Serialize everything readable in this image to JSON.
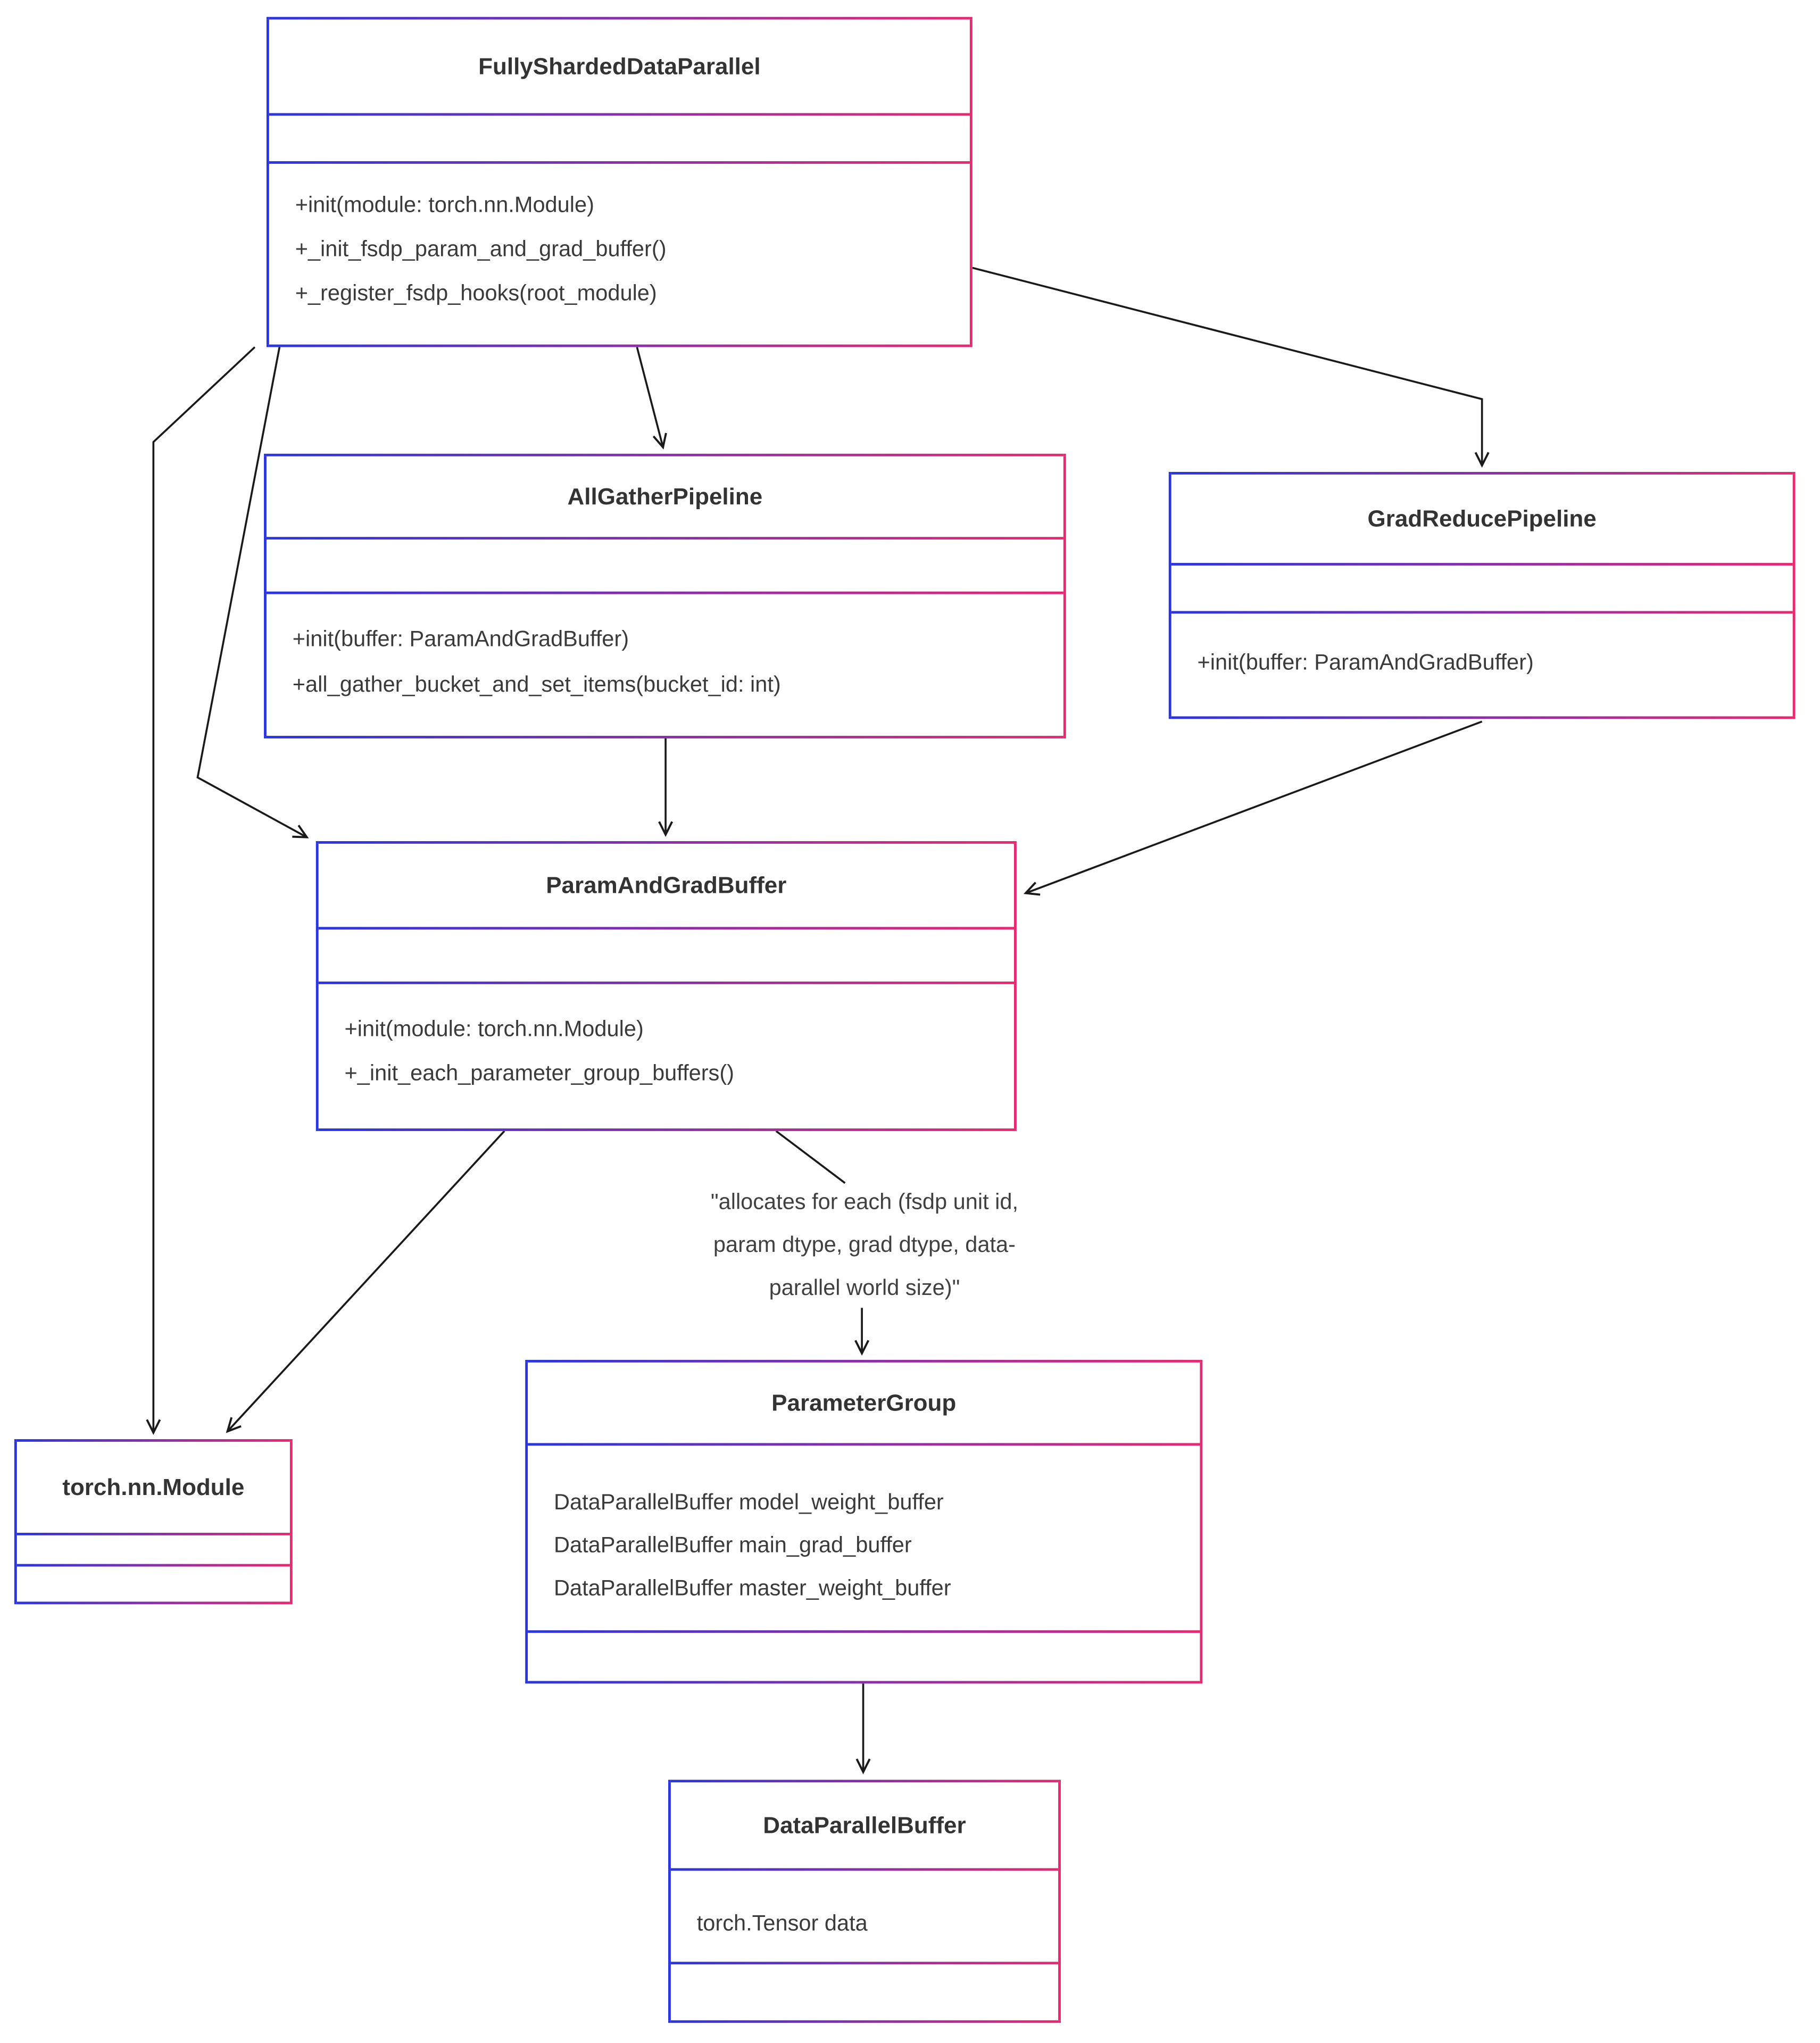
{
  "colors": {
    "border_blue": "#2b35df",
    "border_pink": "#e62a72",
    "arrow": "#1a1a1a",
    "text": "#333333"
  },
  "classes": [
    {
      "title": "FullyShardedDataParallel",
      "attributes": [],
      "methods": [
        "+init(module: torch.nn.Module)",
        "+_init_fsdp_param_and_grad_buffer()",
        "+_register_fsdp_hooks(root_module)"
      ]
    },
    {
      "title": "AllGatherPipeline",
      "attributes": [],
      "methods": [
        "+init(buffer: ParamAndGradBuffer)",
        "+all_gather_bucket_and_set_items(bucket_id: int)"
      ]
    },
    {
      "title": "GradReducePipeline",
      "attributes": [],
      "methods": [
        "+init(buffer: ParamAndGradBuffer)"
      ]
    },
    {
      "title": "ParamAndGradBuffer",
      "attributes": [],
      "methods": [
        "+init(module: torch.nn.Module)",
        "+_init_each_parameter_group_buffers()"
      ]
    },
    {
      "title": "torch.nn.Module",
      "attributes": [],
      "methods": []
    },
    {
      "title": "ParameterGroup",
      "attributes": [
        "DataParallelBuffer model_weight_buffer",
        "DataParallelBuffer main_grad_buffer",
        "DataParallelBuffer master_weight_buffer"
      ],
      "methods": []
    },
    {
      "title": "DataParallelBuffer",
      "attributes": [
        "torch.Tensor data"
      ],
      "methods": []
    }
  ],
  "annotation": {
    "lines": [
      "\"allocates for each (fsdp unit id,",
      "param dtype, grad dtype, data-",
      "parallel world size)\""
    ]
  }
}
